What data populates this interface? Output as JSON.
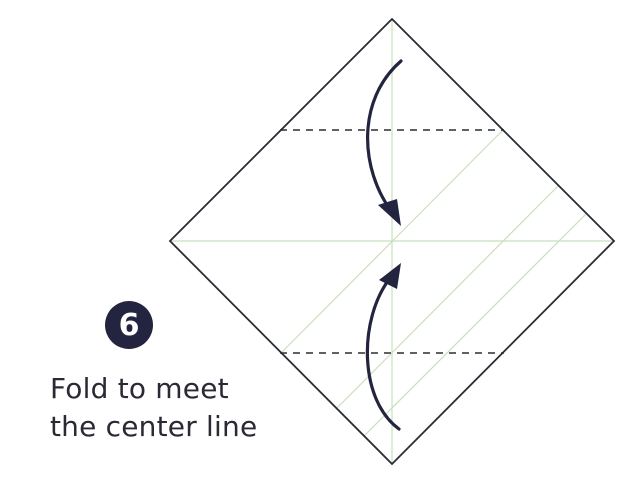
{
  "step": {
    "number": "6",
    "instruction_lines": [
      "Fold to meet",
      "the center line"
    ]
  },
  "colors": {
    "outline": "#2b2b35",
    "crease": "#c8dfbf",
    "fold_line": "#2b2b35",
    "arrow": "#23243f",
    "badge_bg": "#23243f",
    "badge_text": "#ffffff"
  },
  "icons": {
    "fold_down_arrow": "arrow-down-curve-icon",
    "fold_up_arrow": "arrow-up-curve-icon"
  }
}
